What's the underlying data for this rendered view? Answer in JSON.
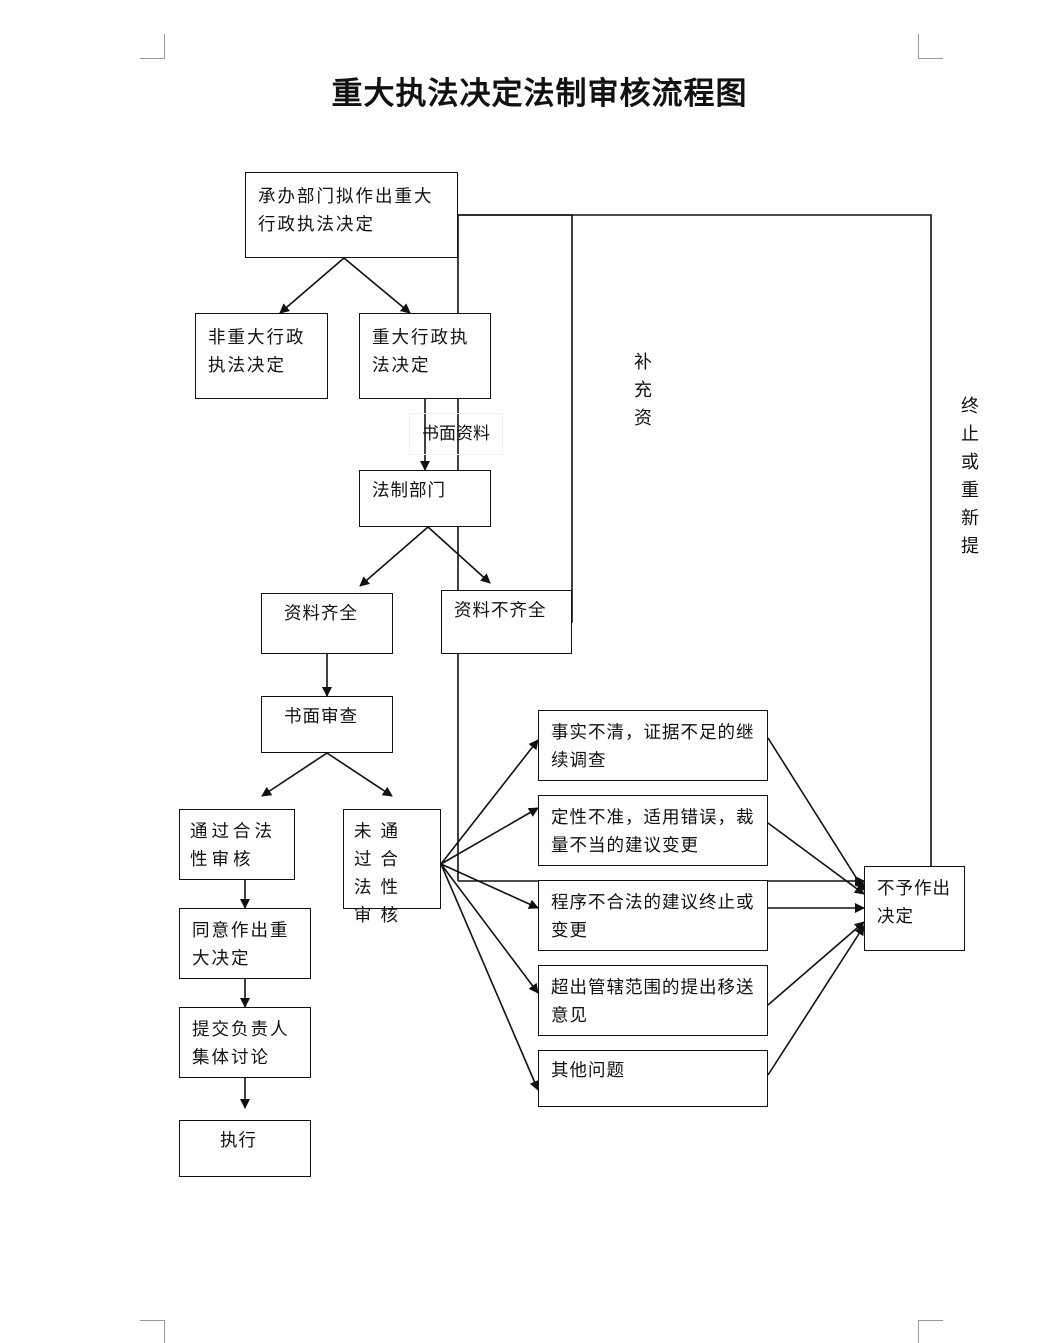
{
  "title": "重大执法决定法制审核流程图",
  "nodes": {
    "start": "承办部门拟作出重大行政执法决定",
    "non_major": "非重大行政执法决定",
    "major": "重大行政执法决定",
    "legal_dept": "法制部门",
    "complete": "资料齐全",
    "incomplete": "资料不齐全",
    "written_review": "书面审查",
    "pass": "通过合法性审核",
    "fail": "未通过合法性审核",
    "agree": "同意作出重大决定",
    "submit": "提交负责人集体讨论",
    "execute": "执行",
    "issue_facts": "事实不清，证据不足的继续调查",
    "issue_nature": "定性不准，适用错误，裁量不当的建议变更",
    "issue_procedure": "程序不合法的建议终止或变更",
    "issue_jurisdiction": "超出管辖范围的提出移送意见",
    "issue_other": "其他问题",
    "no_decision": "不予作出决定"
  },
  "edge_labels": {
    "written_materials": "书面资料",
    "supplement": "补\n充\n资",
    "terminate": "终\n止\n或\n重\n新\n提"
  }
}
